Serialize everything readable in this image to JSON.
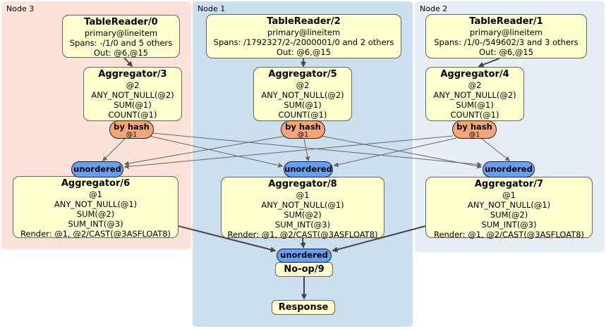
{
  "regions": [
    {
      "label": "Node 3"
    },
    {
      "label": "Node 1"
    },
    {
      "label": "Node 2"
    }
  ],
  "processors": {
    "tr0": {
      "title": "TableReader/0",
      "lines": [
        "primary@lineitem",
        "Spans: -/1/0 and 5 others",
        "Out: @6,@15"
      ]
    },
    "tr2": {
      "title": "TableReader/2",
      "lines": [
        "primary@lineitem",
        "Spans: /1792327/2-/2000001/0 and 2 others",
        "Out: @6,@15"
      ]
    },
    "tr1": {
      "title": "TableReader/1",
      "lines": [
        "primary@lineitem",
        "Spans: /1/0-/549602/3 and 3 others",
        "Out: @6,@15"
      ]
    },
    "agg3": {
      "title": "Aggregator/3",
      "lines": [
        "@2",
        "ANY_NOT_NULL(@2)",
        "SUM(@1)",
        "COUNT(@1)"
      ]
    },
    "agg5": {
      "title": "Aggregator/5",
      "lines": [
        "@2",
        "ANY_NOT_NULL(@2)",
        "SUM(@1)",
        "COUNT(@1)"
      ]
    },
    "agg4": {
      "title": "Aggregator/4",
      "lines": [
        "@2",
        "ANY_NOT_NULL(@2)",
        "SUM(@1)",
        "COUNT(@1)"
      ]
    },
    "agg6": {
      "title": "Aggregator/6",
      "lines": [
        "@1",
        "ANY_NOT_NULL(@1)",
        "SUM(@2)",
        "SUM_INT(@3)",
        "Render: @1, @2/CAST(@3ASFLOAT8)"
      ]
    },
    "agg8": {
      "title": "Aggregator/8",
      "lines": [
        "@1",
        "ANY_NOT_NULL(@1)",
        "SUM(@2)",
        "SUM_INT(@3)",
        "Render: @1, @2/CAST(@3ASFLOAT8)"
      ]
    },
    "agg7": {
      "title": "Aggregator/7",
      "lines": [
        "@1",
        "ANY_NOT_NULL(@1)",
        "SUM(@2)",
        "SUM_INT(@3)",
        "Render: @1, @2/CAST(@3ASFLOAT8)"
      ]
    },
    "noop": {
      "title": "No-op/9"
    },
    "response": {
      "title": "Response"
    }
  },
  "routers": {
    "by_hash": {
      "label": "by hash",
      "detail": "@1"
    },
    "unordered": {
      "label": "unordered"
    }
  },
  "colors": {
    "node3_bg": "#fce3d9",
    "node1_bg": "#cbdfee",
    "node2_bg": "#e7eef6",
    "processor_bg": "#ffffd0",
    "hash_router_bg": "#f4a678",
    "unordered_sync_bg": "#68a0f0",
    "edge_thin": "#666666",
    "edge_thick": "#444444"
  }
}
